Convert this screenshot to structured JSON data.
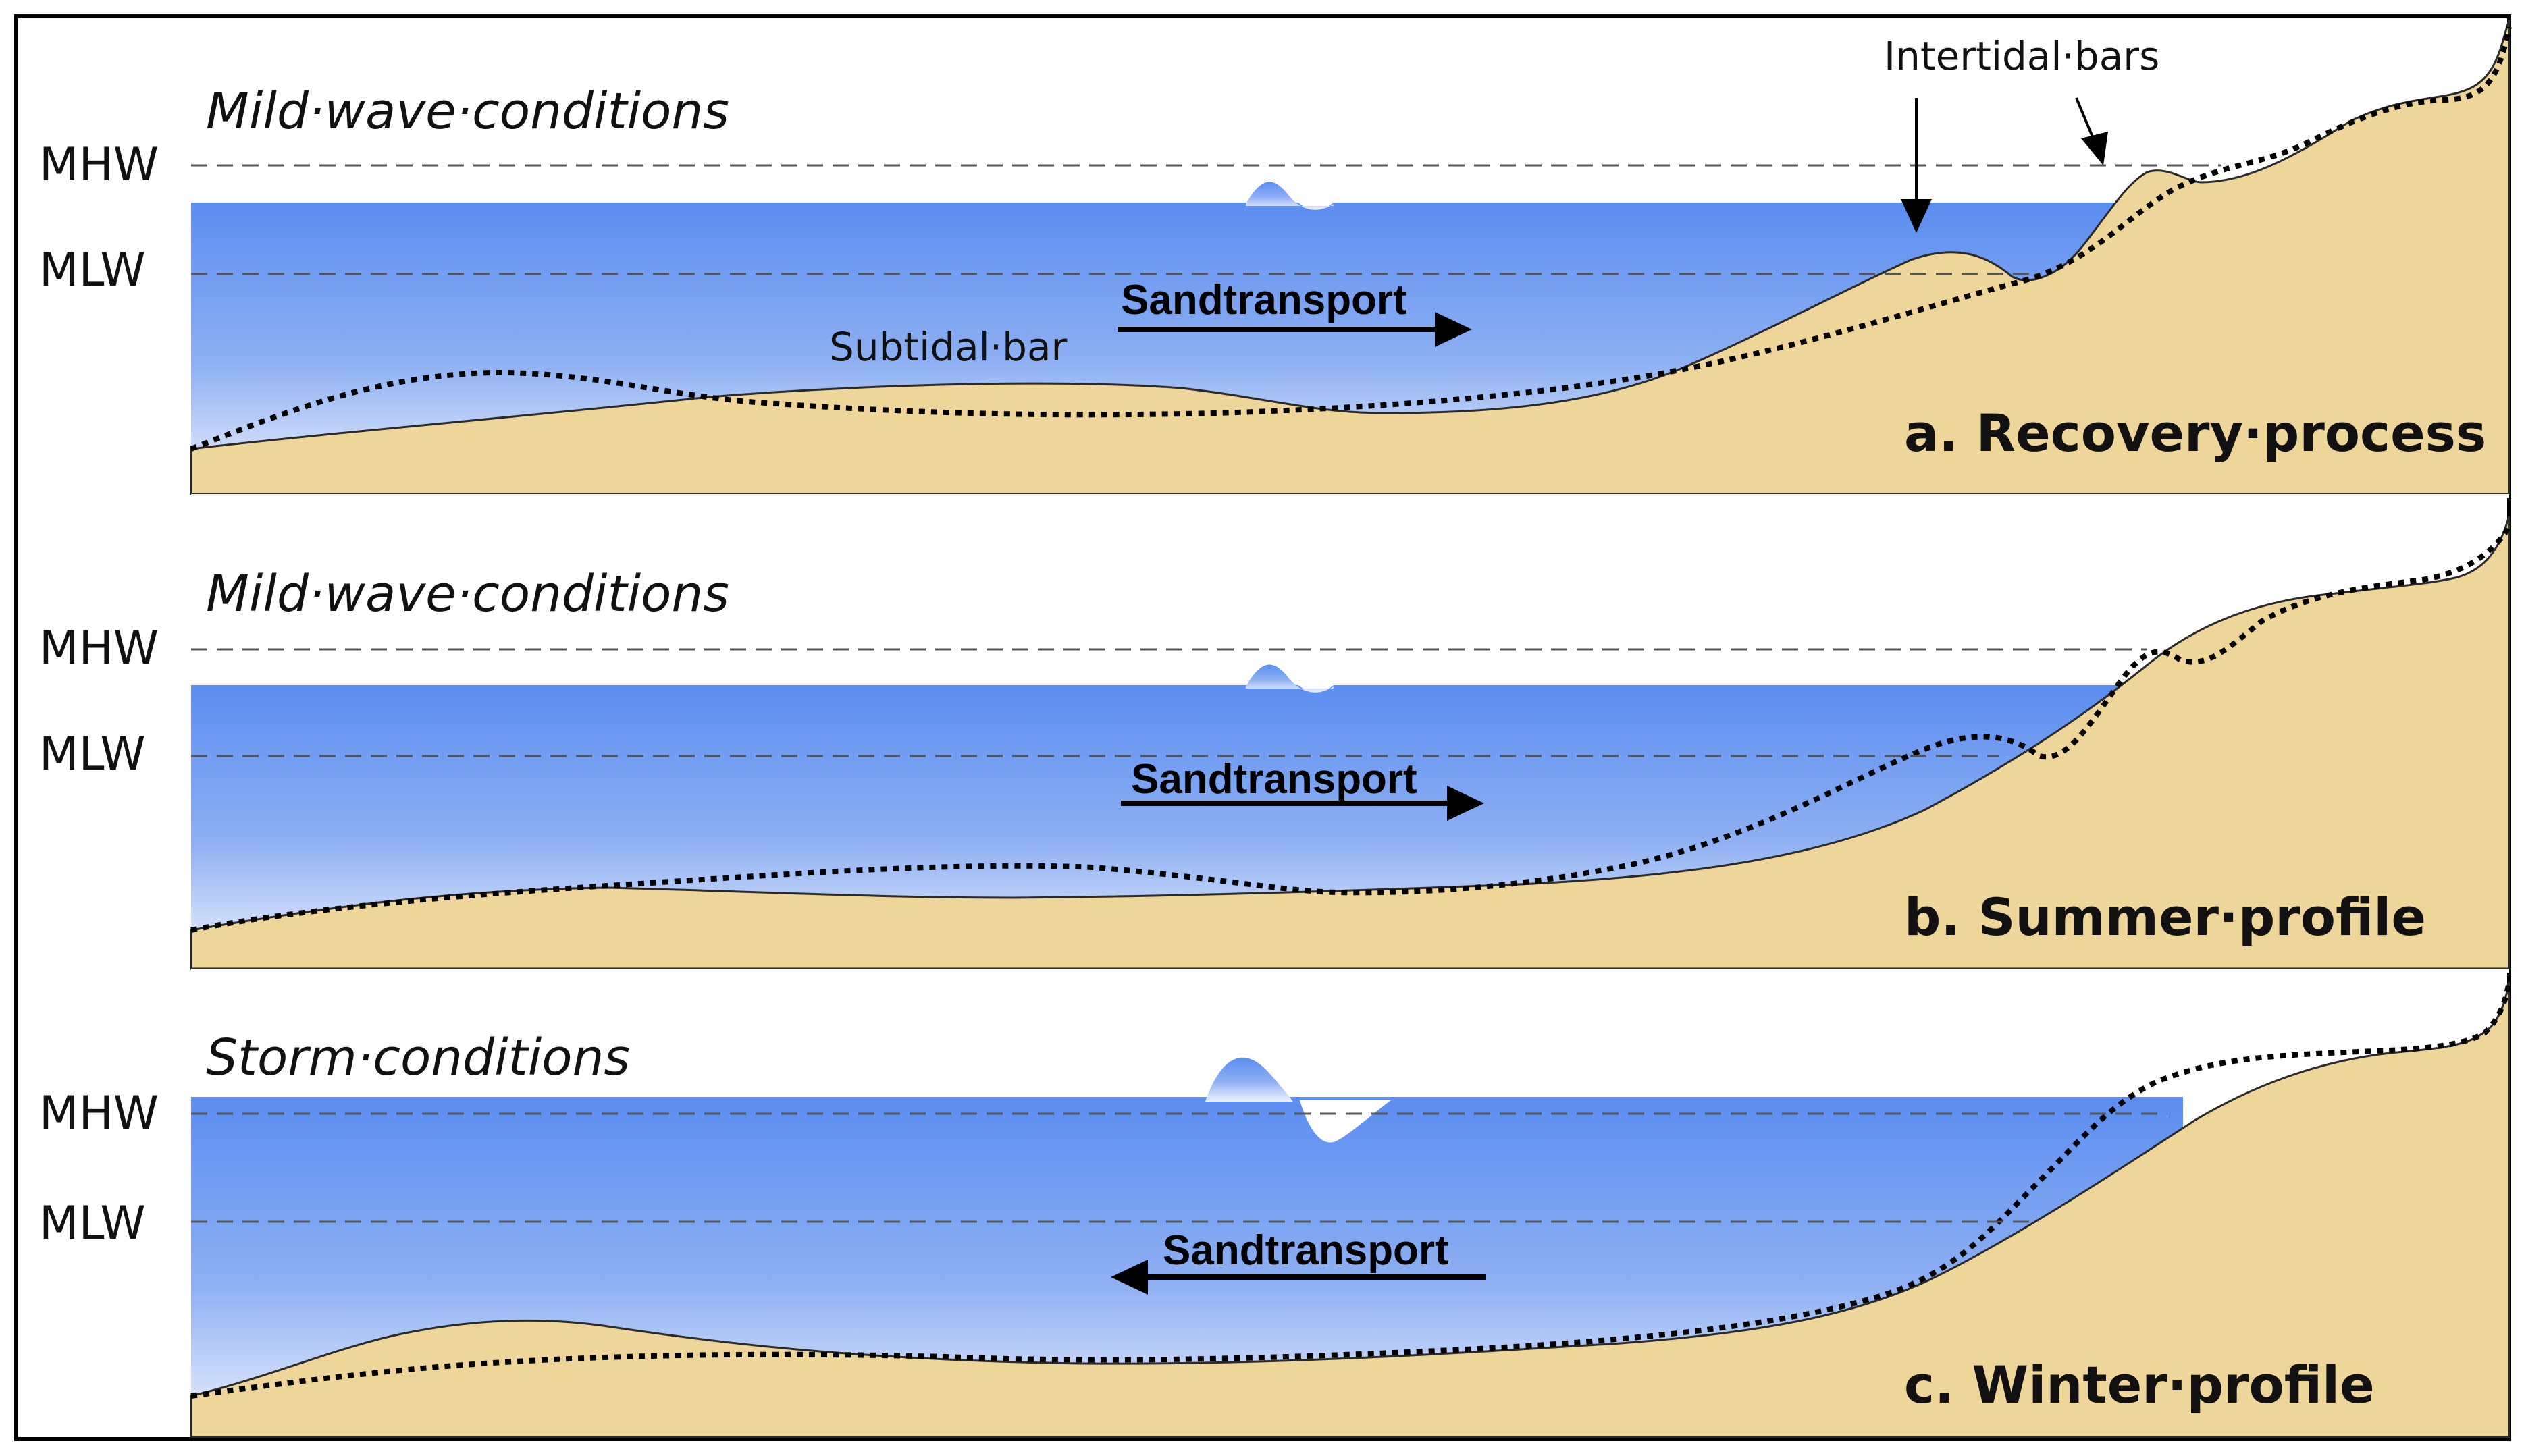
{
  "levels": {
    "mhw": "MHW",
    "mlw": "MLW"
  },
  "panels": [
    {
      "condition": "Mild·wave·conditions",
      "title": "a. Recovery·process",
      "transport_label": "Sandtransport",
      "transport_direction": "onshore",
      "annotations": {
        "subtidal_bar": "Subtidal·bar",
        "intertidal_bars": "Intertidal·bars"
      }
    },
    {
      "condition": "Mild·wave·conditions",
      "title": "b. Summer·profile",
      "transport_label": "Sandtransport",
      "transport_direction": "onshore"
    },
    {
      "condition": "Storm·conditions",
      "title": "c. Winter·profile",
      "transport_label": "Sandtransport",
      "transport_direction": "offshore"
    }
  ],
  "colors": {
    "water_top": "#5d8ef0",
    "water_bottom": "#e8eefc",
    "sand": "#eed59a",
    "frame": "#000000"
  }
}
